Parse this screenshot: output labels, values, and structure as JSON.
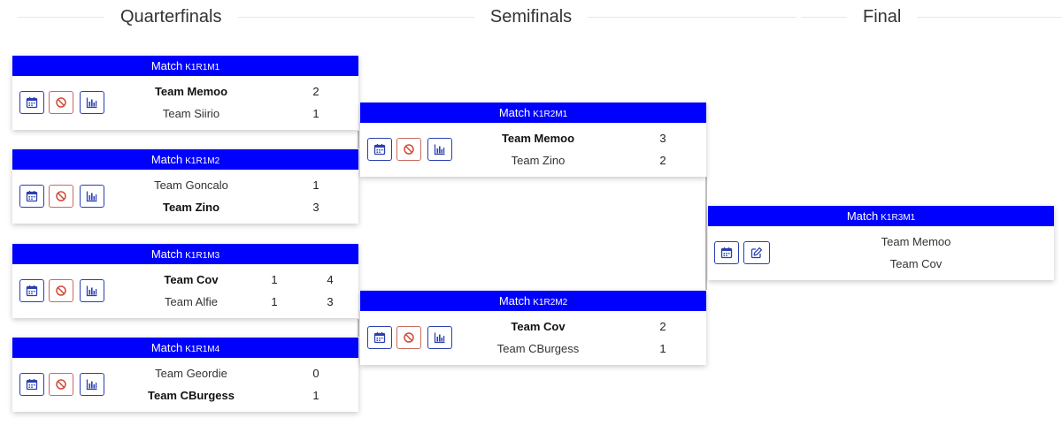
{
  "rounds": [
    {
      "title": "Quarterfinals"
    },
    {
      "title": "Semifinals"
    },
    {
      "title": "Final"
    }
  ],
  "matches": {
    "q1": {
      "label": "Match",
      "code": "K1R1M1",
      "teams": [
        {
          "name": "Team Memoo",
          "score": "2"
        },
        {
          "name": "Team Siirio",
          "score": "1"
        }
      ]
    },
    "q2": {
      "label": "Match",
      "code": "K1R1M2",
      "teams": [
        {
          "name": "Team Goncalo",
          "score": "1"
        },
        {
          "name": "Team Zino",
          "score": "3"
        }
      ]
    },
    "q3": {
      "label": "Match",
      "code": "K1R1M3",
      "teams": [
        {
          "name": "Team Cov",
          "score": "1",
          "score2": "4"
        },
        {
          "name": "Team Alfie",
          "score": "1",
          "score2": "3"
        }
      ]
    },
    "q4": {
      "label": "Match",
      "code": "K1R1M4",
      "teams": [
        {
          "name": "Team Geordie",
          "score": "0"
        },
        {
          "name": "Team CBurgess",
          "score": "1"
        }
      ]
    },
    "s1": {
      "label": "Match",
      "code": "K1R2M1",
      "teams": [
        {
          "name": "Team Memoo",
          "score": "3"
        },
        {
          "name": "Team Zino",
          "score": "2"
        }
      ]
    },
    "s2": {
      "label": "Match",
      "code": "K1R2M2",
      "teams": [
        {
          "name": "Team Cov",
          "score": "2"
        },
        {
          "name": "Team CBurgess",
          "score": "1"
        }
      ]
    },
    "f1": {
      "label": "Match",
      "code": "K1R3M1",
      "teams": [
        {
          "name": "Team Memoo"
        },
        {
          "name": "Team Cov"
        }
      ]
    }
  },
  "icons": {
    "schedule": "calendar-icon",
    "cancel": "ban-icon",
    "stats": "bar-chart-icon",
    "edit": "edit-icon"
  },
  "colors": {
    "header": "#0000ff",
    "button_border": "#2a3fb0",
    "cancel_border": "#c96a5e"
  }
}
